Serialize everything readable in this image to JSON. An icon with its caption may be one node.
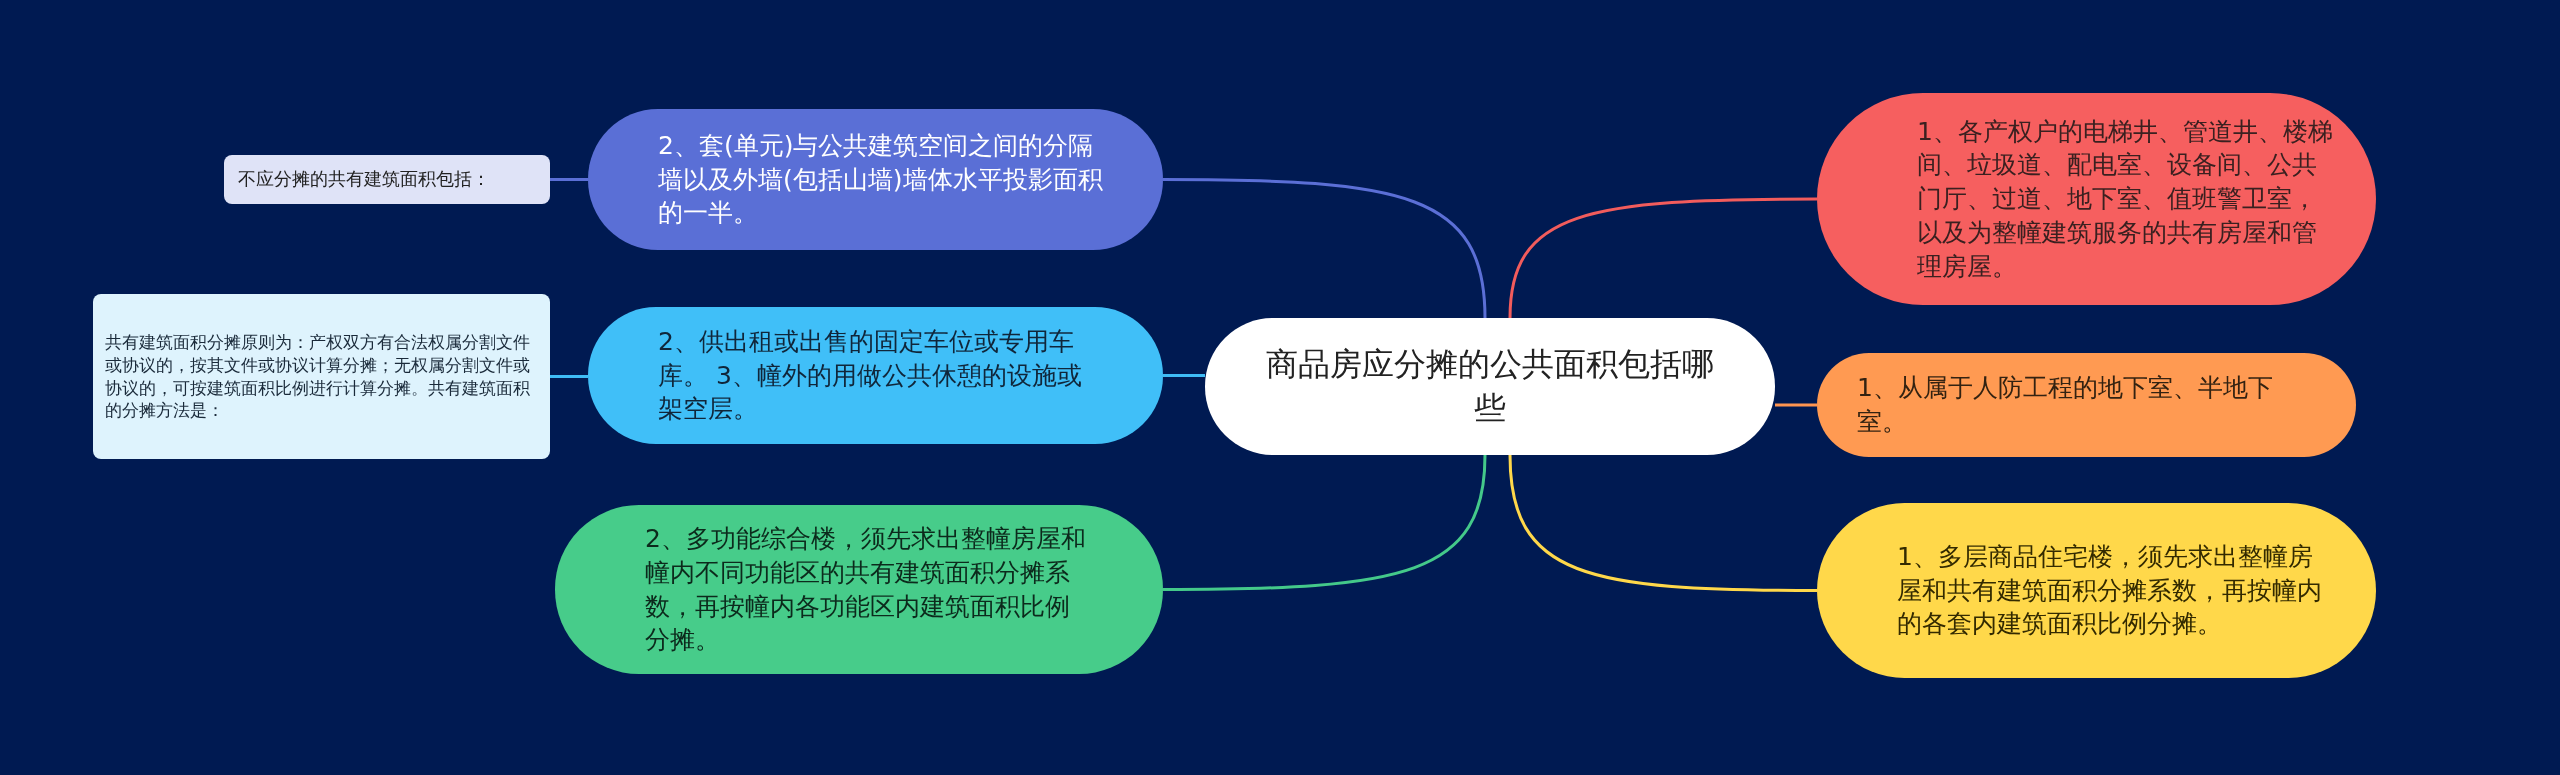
{
  "diagram": {
    "nodes": [
      {
        "text": [
          "商品房应分摊的公共面积包括哪些"
        ]
      },
      {
        "text": [
          "1、各产权户的电梯井、管道井、楼梯间、垃圾道、配电室、设备间、公共门厅、过道、地下室、值班警卫室，以及为整幢建筑服务的共有房屋和管理房屋。"
        ]
      },
      {
        "text": [
          "1、从属于人防工程的地下室、半地下室。"
        ]
      },
      {
        "text": [
          "1、多层商品住宅楼，须先求出整幢房屋和共有建筑面积分摊系数，再按幢内的各套内建筑面积比例分摊。"
        ]
      },
      {
        "text": [
          "2、套(单元)与公共建筑空间之间的分隔墙以及外墙(包括山墙)墙体水平投影面积的一半。"
        ]
      },
      {
        "text": [
          "2、供出租或出售的固定车位或专用车库。 3、幢外的用做公共休憩的设施或架空层。"
        ]
      },
      {
        "text": [
          "2、多功能综合楼，须先求出整幢房屋和幢内不同功能区的共有建筑面积分摊系数，再按幢内各功能区内建筑面积比例分摊。"
        ]
      },
      {
        "text": [
          "不应分摊的共有建筑面积包括："
        ]
      },
      {
        "text": [
          "共有建筑面积分摊原则为：产权双方有合法权属分割文件或协议的，按其文件或协议计算分摊；无权属分割文件或协议的，可按建筑面积比例进行计算分摊。共有建筑面积的分摊方法是："
        ]
      }
    ],
    "edges": [
      {
        "from": 0,
        "to": 1,
        "arrow": "none",
        "color": "#f25c5c"
      },
      {
        "from": 0,
        "to": 2,
        "arrow": "none",
        "color": "#ff9550"
      },
      {
        "from": 0,
        "to": 3,
        "arrow": "none",
        "color": "#ffd84a"
      },
      {
        "from": 0,
        "to": 4,
        "arrow": "none",
        "color": "#5b6fd6"
      },
      {
        "from": 0,
        "to": 5,
        "arrow": "none",
        "color": "#3fbcf5"
      },
      {
        "from": 0,
        "to": 6,
        "arrow": "none",
        "color": "#44c98a"
      },
      {
        "from": 4,
        "to": 7,
        "arrow": "none",
        "color": "#5b6fd6"
      },
      {
        "from": 5,
        "to": 8,
        "arrow": "none",
        "color": "#3fbcf5"
      }
    ]
  }
}
